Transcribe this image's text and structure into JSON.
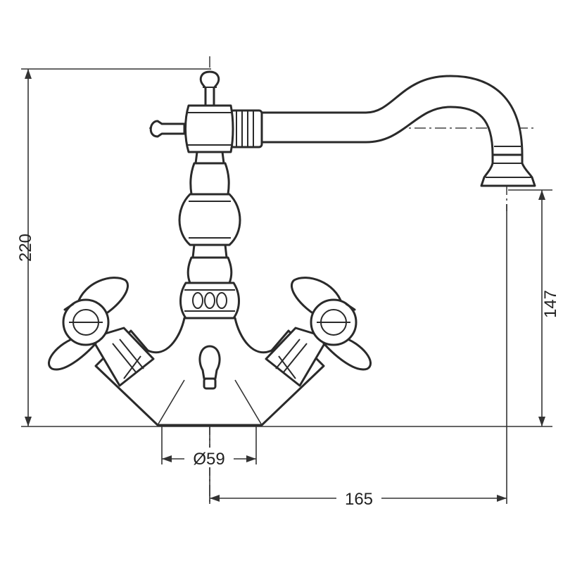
{
  "drawing": {
    "subject": "faucet-technical-drawing",
    "dimensions": {
      "height_total": "220",
      "spout_height": "147",
      "spout_reach": "165",
      "base_diameter": "Ø59"
    }
  }
}
